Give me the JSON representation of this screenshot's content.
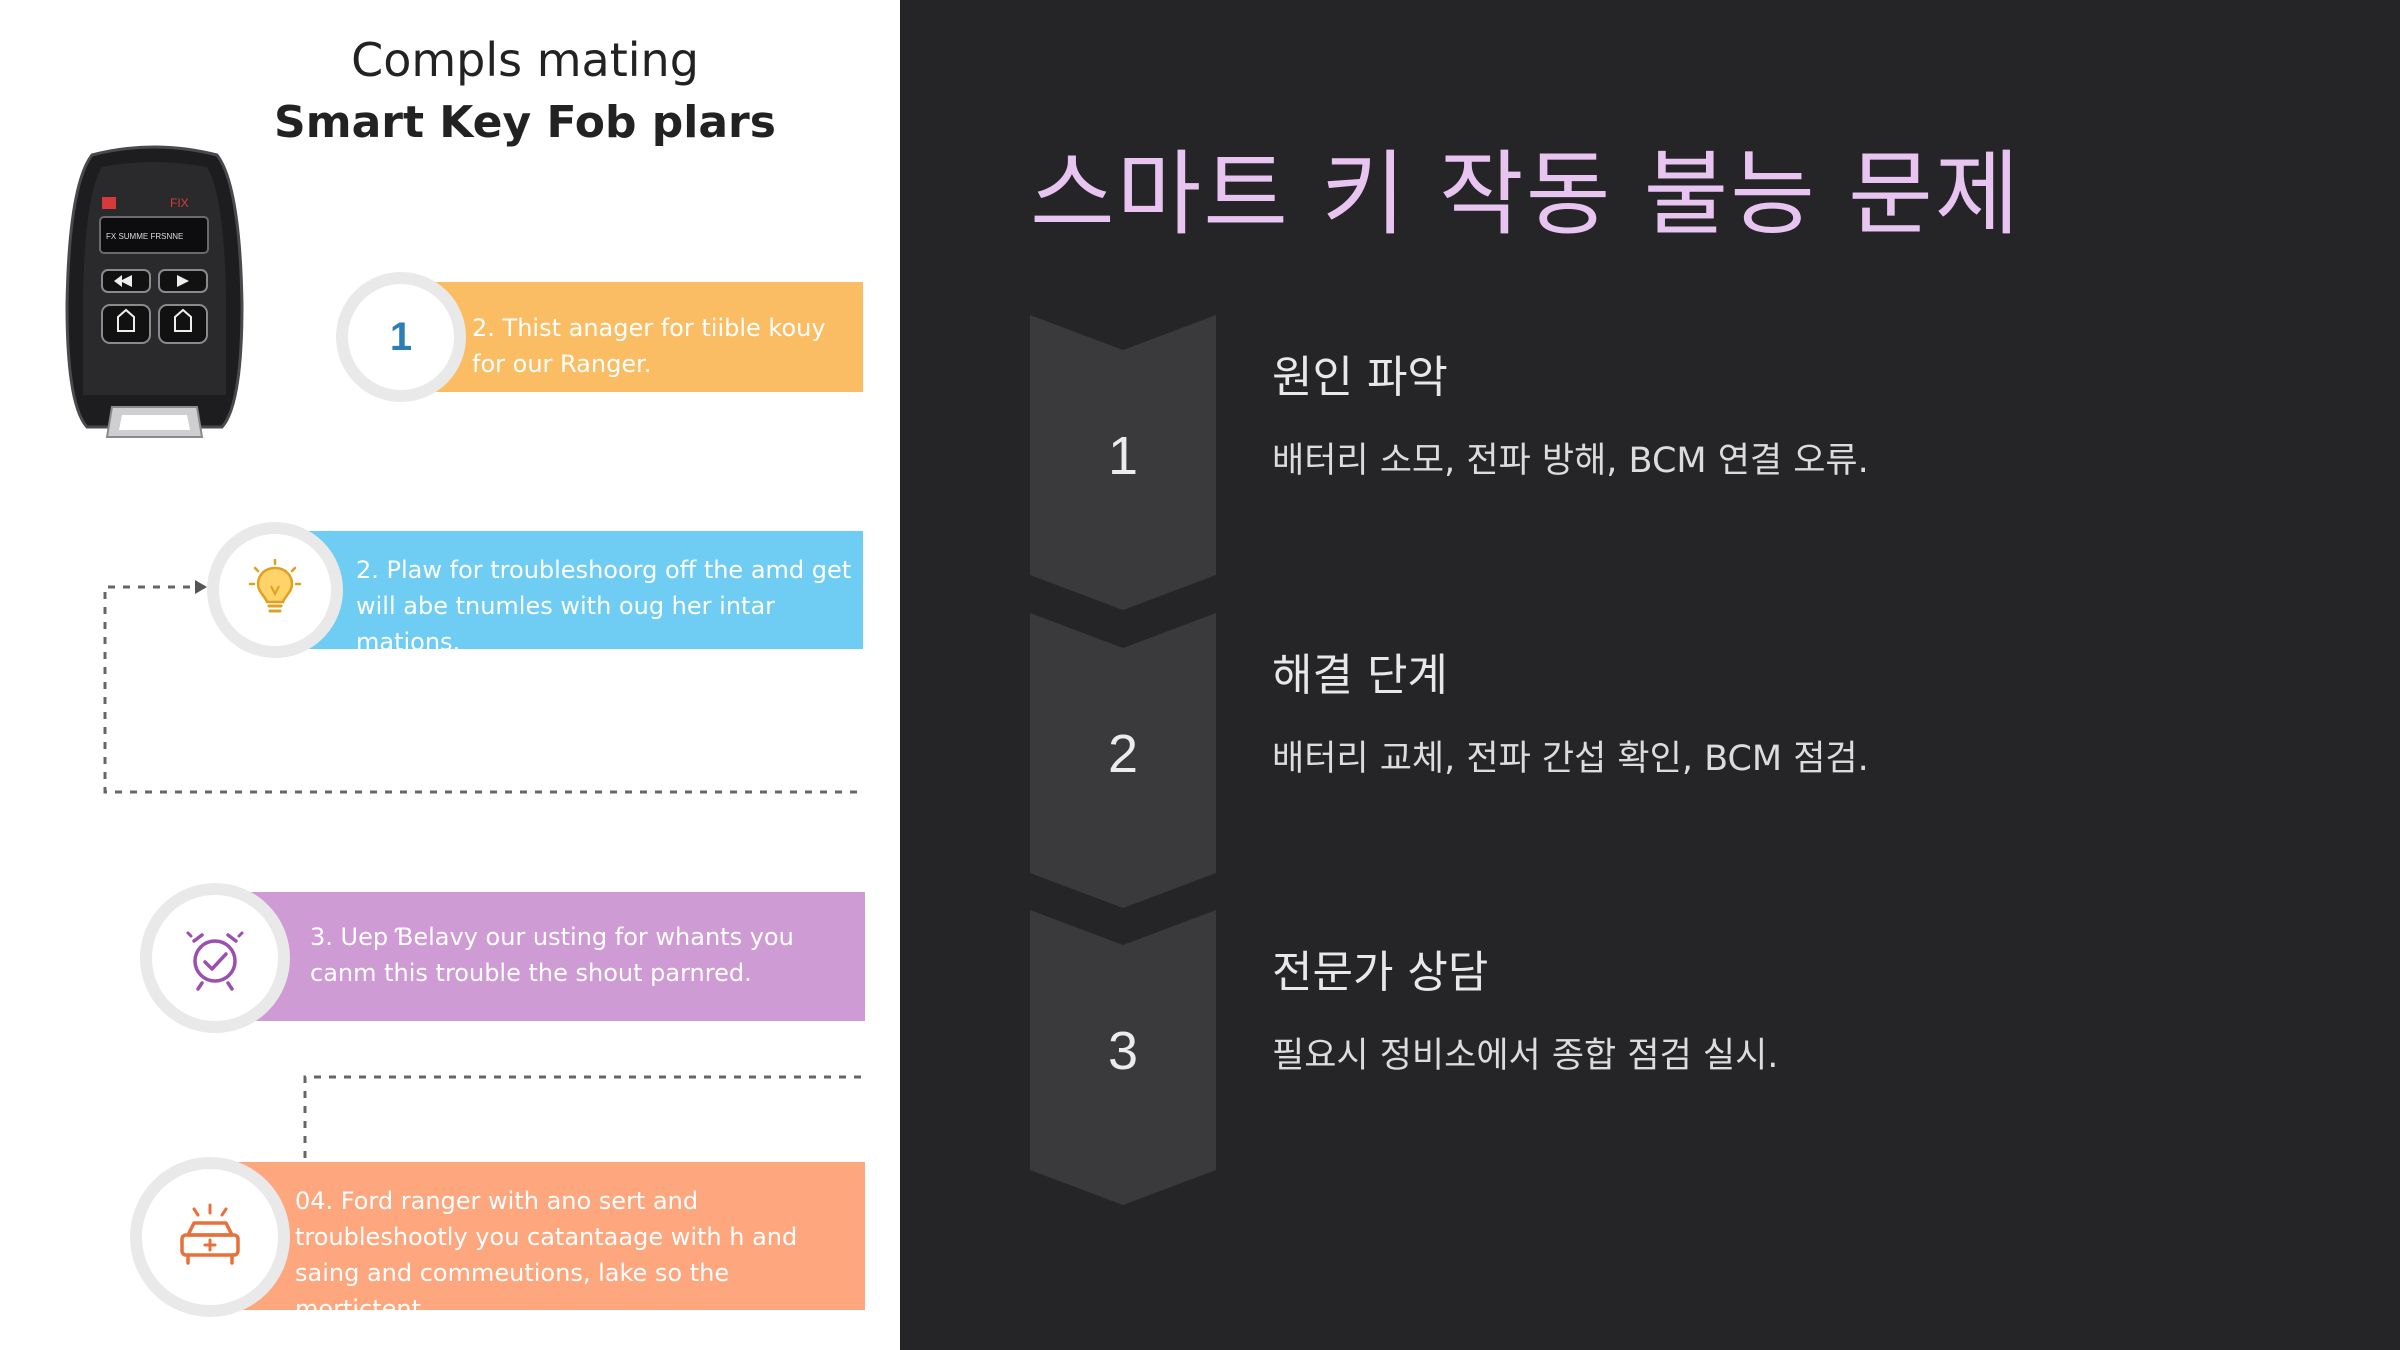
{
  "infographic": {
    "title_line1": "Compls mating",
    "title_line2": "Smart Key Fob plars",
    "fob": {
      "logo_text": "FIX",
      "screen_text": "FX SUMME FRSNNE"
    },
    "steps": [
      {
        "number": "1",
        "icon": "number-circle",
        "text": "2. Thist anager for tiible kouy for our Ranger.",
        "color": "#fbbd63"
      },
      {
        "number": "",
        "icon": "lightbulb-icon",
        "text": "2. Plaw for troubleshoorg off the amd get will abe tnumles with oug her intar mations.",
        "color": "#6fcdf4"
      },
      {
        "number": "",
        "icon": "alarm-clock-icon",
        "text": "3. Uep Ɓelavy our usting for whants you canm this trouble the shout parnred.",
        "color": "#cf9bd4"
      },
      {
        "number": "",
        "icon": "car-service-icon",
        "text": "04. Ford ranger with ano sert and troubleshootly you catantaage with h and saing and commeutions, lake so the mortictent.",
        "color": "#fea67e"
      }
    ]
  },
  "slide": {
    "title": "스마트 키 작동 불능 문제",
    "steps": [
      {
        "number": "1",
        "title": "원인 파악",
        "description": "배터리 소모, 전파 방해, BCM 연결 오류."
      },
      {
        "number": "2",
        "title": "해결 단계",
        "description": "배터리 교체, 전파 간섭 확인, BCM 점검."
      },
      {
        "number": "3",
        "title": "전문가 상담",
        "description": "필요시 정비소에서 종합 점검 실시."
      }
    ],
    "colors": {
      "background": "#252427",
      "title": "#e7c5f0",
      "chevron": "#3a3a3d"
    }
  }
}
